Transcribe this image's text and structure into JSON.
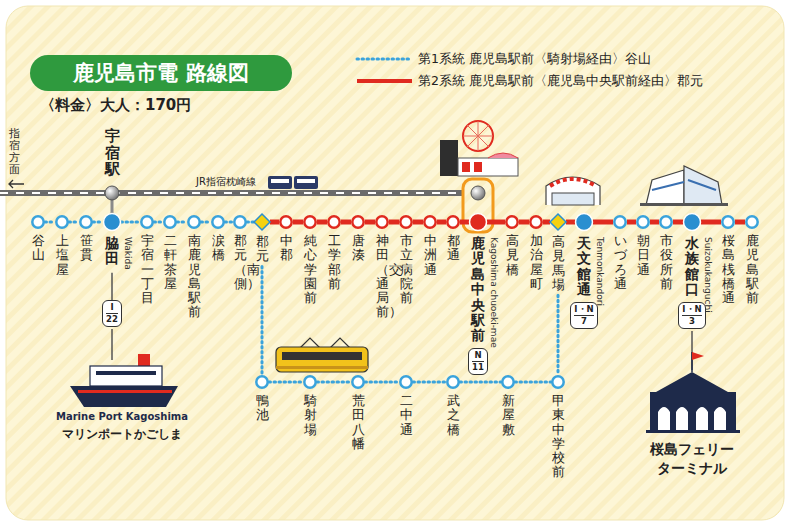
{
  "diagram": {
    "title": "鹿児島市電 路線図",
    "nodes": [
      {
        "text": [
          "谷山"
        ]
      },
      {
        "text": [
          "上塩屋"
        ]
      },
      {
        "text": [
          "笹貫"
        ]
      },
      {
        "text": [
          "脇田",
          "Wakida"
        ]
      },
      {
        "text": [
          "宇宿一丁目"
        ]
      },
      {
        "text": [
          "二軒茶屋"
        ]
      },
      {
        "text": [
          "南鹿児島駅前"
        ]
      },
      {
        "text": [
          "涙橋"
        ]
      },
      {
        "text": [
          "郡元（南側）"
        ]
      },
      {
        "text": [
          "郡元"
        ]
      },
      {
        "text": [
          "中郡"
        ]
      },
      {
        "text": [
          "純心学園前"
        ]
      },
      {
        "text": [
          "工学部前"
        ]
      },
      {
        "text": [
          "唐湊"
        ]
      },
      {
        "text": [
          "神田（交通局前）"
        ]
      },
      {
        "text": [
          "市立病院前"
        ]
      },
      {
        "text": [
          "中洲通"
        ]
      },
      {
        "text": [
          "都通"
        ]
      },
      {
        "text": [
          "鹿児島中央駅前",
          "Kagoshima chuoeki-mae"
        ]
      },
      {
        "text": [
          "高見橋"
        ]
      },
      {
        "text": [
          "加治屋町"
        ]
      },
      {
        "text": [
          "高見馬場"
        ]
      },
      {
        "text": [
          "天文館通",
          "Tenmonkandori"
        ]
      },
      {
        "text": [
          "いづろ通"
        ]
      },
      {
        "text": [
          "朝日通"
        ]
      },
      {
        "text": [
          "市役所前"
        ]
      },
      {
        "text": [
          "水族館口",
          "Suizokukanguchi"
        ]
      },
      {
        "text": [
          "桜島桟橋通"
        ]
      },
      {
        "text": [
          "鹿児島駅前"
        ]
      },
      {
        "text": [
          "鴨池"
        ]
      },
      {
        "text": [
          "騎射場"
        ]
      },
      {
        "text": [
          "荒田八幡"
        ]
      },
      {
        "text": [
          "二中通"
        ]
      },
      {
        "text": [
          "武之橋"
        ]
      },
      {
        "text": [
          "新屋敷"
        ]
      },
      {
        "text": [
          "甲東中学校前"
        ]
      },
      {
        "text": [
          "I",
          "22"
        ]
      },
      {
        "text": [
          "N",
          "11"
        ]
      },
      {
        "text": [
          "I・N",
          "7"
        ]
      },
      {
        "text": [
          "I・N",
          "3"
        ]
      }
    ],
    "edges": [
      {
        "from": 0,
        "to": 1,
        "arrow": "none"
      },
      {
        "from": 1,
        "to": 2,
        "arrow": "none"
      },
      {
        "from": 2,
        "to": 3,
        "arrow": "none"
      },
      {
        "from": 3,
        "to": 4,
        "arrow": "none"
      },
      {
        "from": 4,
        "to": 5,
        "arrow": "none"
      },
      {
        "from": 5,
        "to": 6,
        "arrow": "none"
      },
      {
        "from": 6,
        "to": 7,
        "arrow": "none"
      },
      {
        "from": 7,
        "to": 8,
        "arrow": "none"
      },
      {
        "from": 8,
        "to": 9,
        "arrow": "none"
      },
      {
        "from": 9,
        "to": 10,
        "arrow": "none"
      },
      {
        "from": 10,
        "to": 11,
        "arrow": "none"
      },
      {
        "from": 11,
        "to": 12,
        "arrow": "none"
      },
      {
        "from": 12,
        "to": 13,
        "arrow": "none"
      },
      {
        "from": 13,
        "to": 14,
        "arrow": "none"
      },
      {
        "from": 14,
        "to": 15,
        "arrow": "none"
      },
      {
        "from": 15,
        "to": 16,
        "arrow": "none"
      },
      {
        "from": 16,
        "to": 17,
        "arrow": "none"
      },
      {
        "from": 17,
        "to": 18,
        "arrow": "none"
      },
      {
        "from": 18,
        "to": 19,
        "arrow": "none"
      },
      {
        "from": 19,
        "to": 20,
        "arrow": "none"
      },
      {
        "from": 20,
        "to": 21,
        "arrow": "none"
      },
      {
        "from": 21,
        "to": 22,
        "arrow": "none"
      },
      {
        "from": 22,
        "to": 23,
        "arrow": "none"
      },
      {
        "from": 23,
        "to": 24,
        "arrow": "none"
      },
      {
        "from": 24,
        "to": 25,
        "arrow": "none"
      },
      {
        "from": 25,
        "to": 26,
        "arrow": "none"
      },
      {
        "from": 26,
        "to": 27,
        "arrow": "none"
      },
      {
        "from": 27,
        "to": 28,
        "arrow": "none"
      },
      {
        "from": 9,
        "to": 29,
        "arrow": "none"
      },
      {
        "from": 29,
        "to": 30,
        "arrow": "none"
      },
      {
        "from": 30,
        "to": 31,
        "arrow": "none"
      },
      {
        "from": 31,
        "to": 32,
        "arrow": "none"
      },
      {
        "from": 32,
        "to": 33,
        "arrow": "none"
      },
      {
        "from": 33,
        "to": 34,
        "arrow": "none"
      },
      {
        "from": 34,
        "to": 35,
        "arrow": "none"
      },
      {
        "from": 35,
        "to": 21,
        "arrow": "none"
      },
      {
        "from": 3,
        "to": 36,
        "arrow": "none"
      },
      {
        "from": 18,
        "to": 37,
        "arrow": "none"
      },
      {
        "from": 22,
        "to": 38,
        "arrow": "none"
      },
      {
        "from": 26,
        "to": 39,
        "arrow": "none"
      }
    ],
    "labels": [
      "〈料金〉大人：170円",
      "指宿方面",
      "宇宿駅",
      "JR指宿枕崎線",
      "Marine Port Kagoshima",
      "マリンポートかごしま",
      "桜島フェリー ターミナル"
    ],
    "legend": [
      {
        "text": "第1系統 鹿児島駅前〈騎射場経由〉谷山"
      },
      {
        "text": "第2系統 鹿児島駅前〈鹿児島中央駅前経由〉郡元"
      }
    ]
  }
}
